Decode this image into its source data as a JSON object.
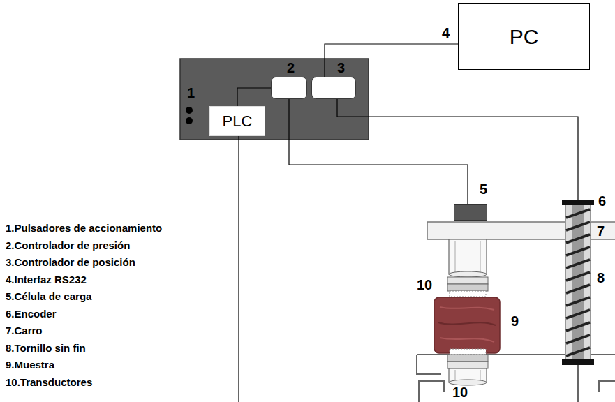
{
  "diagram": {
    "nodes": [
      {
        "text": [
          "1"
        ]
      },
      {
        "text": [
          "PLC"
        ],
        "in": 0
      },
      {
        "text": [
          "2"
        ],
        "in": 0
      },
      {
        "text": [
          "3"
        ],
        "in": 0
      },
      {
        "text": [
          "PC"
        ]
      },
      {
        "text": [
          "5"
        ]
      },
      {
        "text": [
          "6"
        ]
      }
    ],
    "edges": [
      {
        "from": 1,
        "to": 2,
        "arrow": "none"
      },
      {
        "from": 3,
        "to": 4,
        "label": "4",
        "arrow": "none"
      },
      {
        "from": 2,
        "to": 5,
        "arrow": "none"
      },
      {
        "from": 3,
        "to": 6,
        "arrow": "none"
      }
    ],
    "labels": [
      "1.Pulsadores de accionamiento",
      "2.Controlador de presión",
      "3.Controlador de posición",
      "4.Interfaz RS232",
      "5.Célula de carga",
      "6.Encoder",
      "7.Carro",
      "8.Tornillo sin fin",
      "9.Muestra",
      "10.Transductores",
      "7",
      "8",
      "9",
      "10",
      "10"
    ]
  }
}
